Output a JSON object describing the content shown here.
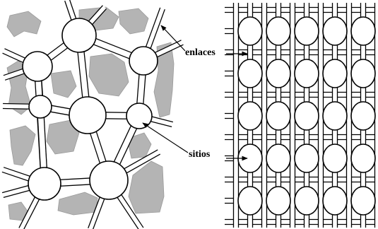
{
  "labels": {
    "bonds": "enlaces",
    "sites": "sitios"
  },
  "colors": {
    "grain": "#b4b4b4",
    "stroke": "#000000",
    "fill": "#ffffff"
  },
  "lattice": {
    "rows": 5,
    "cols": 5
  }
}
